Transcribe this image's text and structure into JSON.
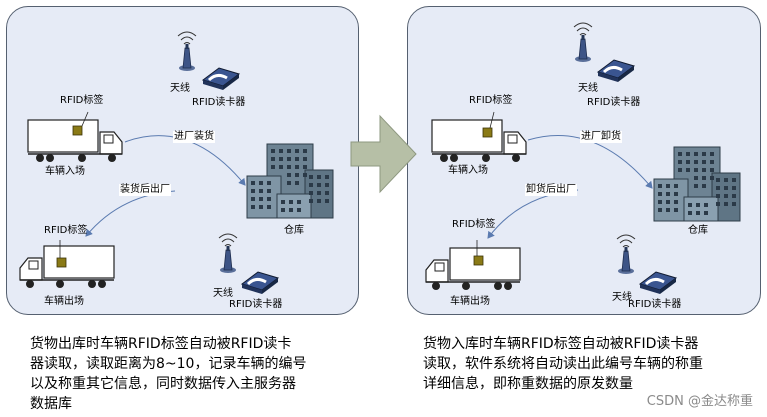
{
  "left": {
    "rfid_tag_top": "RFID标签",
    "antenna_top": "天线",
    "reader_top": "RFID读卡器",
    "vehicle_in": "车辆入场",
    "enter_load": "进厂装货",
    "leave_after_load": "装货后出厂",
    "warehouse": "仓库",
    "rfid_tag_bottom": "RFID标签",
    "vehicle_out": "车辆出场",
    "antenna_bottom": "天线",
    "reader_bottom": "RFID读卡器",
    "caption": [
      "货物出库时车辆RFID标签自动被RFID读卡",
      "器读取，读取距离为8~10，记录车辆的编号",
      "以及称重其它信息，同时数据传入主服务器",
      "数据库"
    ]
  },
  "right": {
    "rfid_tag_top": "RFID标签",
    "antenna_top": "天线",
    "reader_top": "RFID读卡器",
    "vehicle_in": "车辆入场",
    "enter_unload": "进厂卸货",
    "leave_after_unload": "卸货后出厂",
    "warehouse": "仓库",
    "rfid_tag_bottom": "RFID标签",
    "vehicle_out": "车辆出场",
    "antenna_bottom": "天线",
    "reader_bottom": "RFID读卡器",
    "caption": [
      "货物入库时车辆RFID标签自动被RFID读卡器",
      "读取，软件系统将自动读出此编号车辆的称重",
      "详细信息，即称重数据的原发数量"
    ]
  },
  "watermark": "CSDN @金达称重",
  "colors": {
    "panel_bg": "#e6ebf6",
    "arrow": "#b3bca0",
    "building": "#6a8090",
    "tag": "#8a7a16"
  }
}
